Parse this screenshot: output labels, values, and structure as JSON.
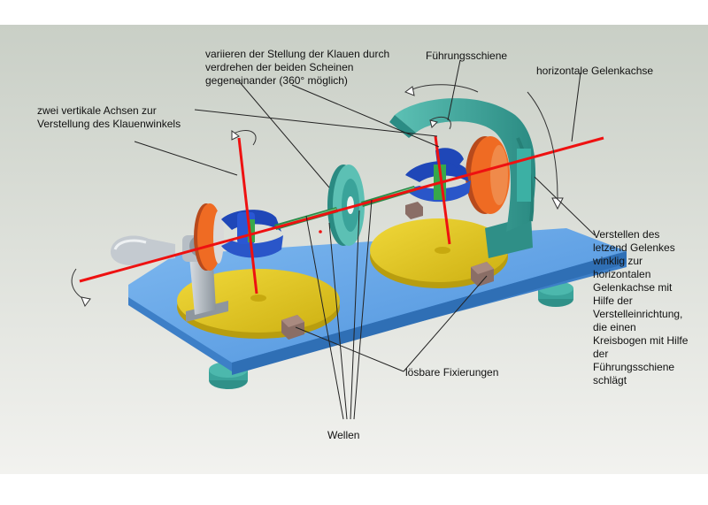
{
  "colors": {
    "background_top": "#c9cfc6",
    "background_bottom": "#f2f2ef",
    "base_plate": "#5aa2e6",
    "disc": "#e3c81a",
    "teal": "#3aa39a",
    "blue_yoke": "#1f47b8",
    "orange": "#ef6b23",
    "axis_red": "#ee1111"
  },
  "labels": {
    "claw_rotation": [
      "variieren der Stellung der Klauen durch",
      "verdrehen der beiden Scheinen",
      "gegeneinander (360° möglich)"
    ],
    "vertical_axes": [
      "zwei vertikale Achsen zur",
      "Verstellung des Klauenwinkels"
    ],
    "guide_rail": "Führungsschiene",
    "horizontal_axis": "horizontale Gelenkachse",
    "adjust_last_joint": [
      "Verstellen des",
      "letzend Gelenkes",
      "winklig zur",
      "horizontalen",
      "Gelenkachse mit",
      "Hilfe der",
      "Verstelleinrichtung,",
      "die einen",
      "Kreisbogen mit Hilfe",
      "der",
      "Führungsschiene",
      "schlägt"
    ],
    "detachable_fixings": "lösbare Fixierungen",
    "shafts": "Wellen"
  }
}
